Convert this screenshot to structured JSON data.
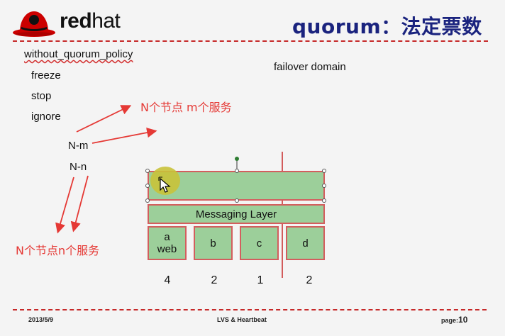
{
  "header": {
    "logo_text_bold": "red",
    "logo_text_light": "hat",
    "title_en": "quorum",
    "title_sep": "：",
    "title_cn": "法定票数"
  },
  "content": {
    "policy_label": "without_quorum_policy",
    "options": [
      "freeze",
      "stop",
      "ignore"
    ],
    "failover_label": "failover domain",
    "n_m_label": "N-m",
    "n_n_label": "N-n",
    "note_m": "N个节点 m个服务",
    "note_n": "N个节点n个服务"
  },
  "diagram": {
    "messaging_layer": "Messaging Layer",
    "services": [
      {
        "line1": "a",
        "line2": "web",
        "count": "4"
      },
      {
        "line1": "b",
        "line2": "",
        "count": "2"
      },
      {
        "line1": "c",
        "line2": "",
        "count": "1"
      },
      {
        "line1": "d",
        "line2": "",
        "count": "2"
      }
    ]
  },
  "footer": {
    "date": "2013/5/9",
    "center": "LVS & Heartbeat",
    "page_label": "page:",
    "page_num": "10"
  },
  "colors": {
    "accent_red": "#e53935",
    "title_navy": "#1a237e",
    "box_green": "#9ccf9a",
    "box_border": "#d35e5e",
    "highlight": "#c9c23a"
  }
}
